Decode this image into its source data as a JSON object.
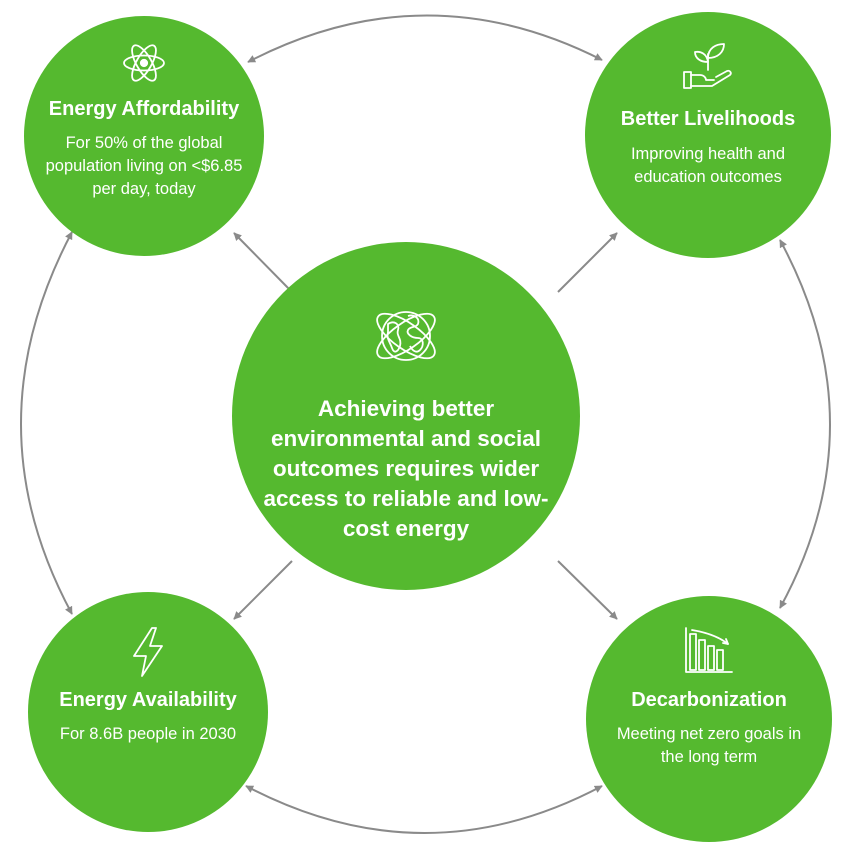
{
  "center": {
    "text": "Achieving better environmental and social outcomes requires wider access to reliable and low-cost energy",
    "icon": "globe-orbit-icon"
  },
  "nodes": {
    "affordability": {
      "title": "Energy Affordability",
      "description": "For 50% of the global population living on <$6.85 per day, today",
      "icon": "atom-icon"
    },
    "livelihoods": {
      "title": "Better Livelihoods",
      "description": "Improving health and education outcomes",
      "icon": "hand-plant-icon"
    },
    "availability": {
      "title": "Energy Availability",
      "description": "For 8.6B people in 2030",
      "icon": "lightning-bolt-icon"
    },
    "decarbonization": {
      "title": "Decarbonization",
      "description": "Meeting net zero goals in the long term",
      "icon": "declining-bar-chart-icon"
    }
  },
  "colors": {
    "node_fill": "#55b92f",
    "text": "#ffffff",
    "connector": "#8a8a8a"
  }
}
